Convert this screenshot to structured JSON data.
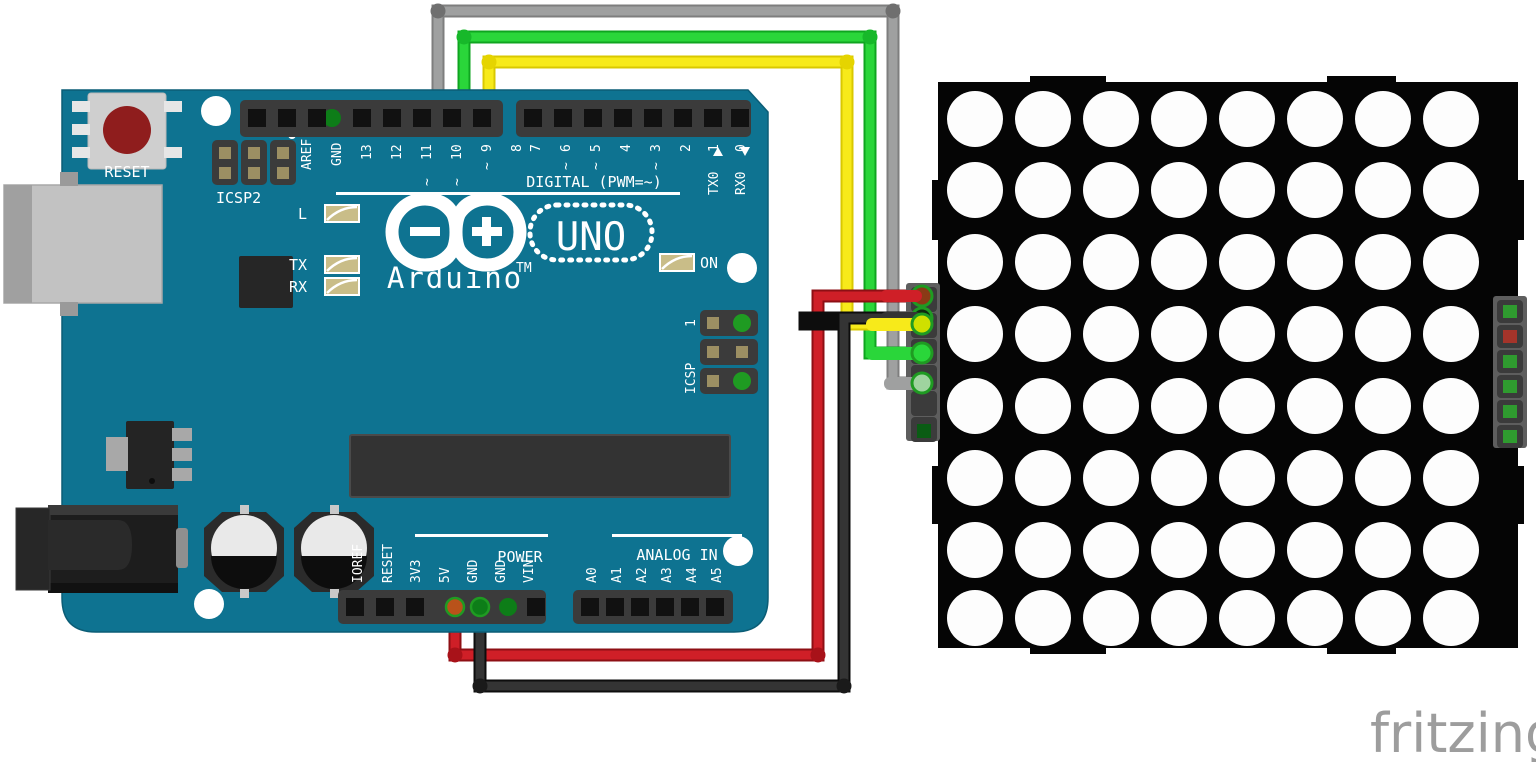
{
  "diagram": {
    "title": "Arduino UNO wired to 8x8 LED matrix",
    "tool_watermark": "fritzing",
    "background": "#ffffff"
  },
  "board": {
    "name": "Arduino UNO",
    "brand_text": "Arduino",
    "brand_tm": "TM",
    "model_text": "UNO",
    "pcb_color": "#0e7391",
    "header_color": "#3b3b3b",
    "silk_color": "#ffffff",
    "reset_label": "RESET",
    "icsp2_label": "ICSP2",
    "icsp_label": "ICSP",
    "icsp_pin1_label": "1",
    "digital_group_label": "DIGITAL  (PWM=~)",
    "power_group_label": "POWER",
    "analog_group_label": "ANALOG IN",
    "leds": [
      {
        "name": "L",
        "label": "L"
      },
      {
        "name": "TX",
        "label": "TX"
      },
      {
        "name": "RX",
        "label": "RX"
      },
      {
        "name": "ON",
        "label": "ON"
      }
    ],
    "digital_header_left": [
      {
        "label": "AREF",
        "pwm": false,
        "connected": false
      },
      {
        "label": "GND",
        "pwm": false,
        "connected": true,
        "wire": "gnd-green"
      },
      {
        "label": "13",
        "pwm": false,
        "connected": false
      },
      {
        "label": "12",
        "pwm": false,
        "connected": false
      },
      {
        "label": "11",
        "pwm": true,
        "connected": false
      },
      {
        "label": "10",
        "pwm": true,
        "connected": true,
        "wire": "gray"
      },
      {
        "label": "9",
        "pwm": true,
        "connected": true,
        "wire": "green"
      },
      {
        "label": "8",
        "pwm": false,
        "connected": true,
        "wire": "yellow"
      }
    ],
    "digital_header_right": [
      {
        "label": "7",
        "pwm": false
      },
      {
        "label": "6",
        "pwm": true
      },
      {
        "label": "5",
        "pwm": true
      },
      {
        "label": "4",
        "pwm": false
      },
      {
        "label": "3",
        "pwm": true
      },
      {
        "label": "2",
        "pwm": false
      },
      {
        "label": "1",
        "sub": "TX0",
        "arrow": "up"
      },
      {
        "label": "0",
        "sub": "RX0",
        "arrow": "down"
      }
    ],
    "power_header": [
      {
        "label": "IOREF",
        "connected": false
      },
      {
        "label": "RESET",
        "connected": false
      },
      {
        "label": "3V3",
        "connected": false
      },
      {
        "label": "5V",
        "connected": true,
        "wire": "red"
      },
      {
        "label": "GND",
        "connected": true,
        "wire": "black"
      },
      {
        "label": "GND",
        "connected": true,
        "wire": "none"
      },
      {
        "label": "VIN",
        "connected": false
      }
    ],
    "analog_header": [
      {
        "label": "A0"
      },
      {
        "label": "A1"
      },
      {
        "label": "A2"
      },
      {
        "label": "A3"
      },
      {
        "label": "A4"
      },
      {
        "label": "A5"
      }
    ]
  },
  "matrix": {
    "name": "8x8 LED Matrix",
    "rows": 8,
    "cols": 8,
    "substrate_color": "#050505",
    "led_color": "#fdfdfd",
    "left_connector_pins": [
      {
        "index": 1,
        "color": "#c4161c",
        "wire": "red"
      },
      {
        "index": 2,
        "color": "#1b1b1b",
        "wire": "black"
      },
      {
        "index": 3,
        "color": "#f2e500",
        "wire": "yellow"
      },
      {
        "index": 4,
        "color": "#00c020",
        "wire": "green"
      },
      {
        "index": 5,
        "color": "#9a9a9a",
        "wire": "gray"
      },
      {
        "index": 6,
        "color": "#0a5c14",
        "wire": "none"
      }
    ],
    "right_connector_pins": [
      {
        "index": 1,
        "color": "#2a8f2a"
      },
      {
        "index": 2,
        "color": "#a5342a"
      },
      {
        "index": 3,
        "color": "#2a8f2a"
      },
      {
        "index": 4,
        "color": "#2a8f2a"
      },
      {
        "index": 5,
        "color": "#2a8f2a"
      },
      {
        "index": 6,
        "color": "#2a8f2a"
      }
    ]
  },
  "wires": [
    {
      "name": "wire-gray-d10",
      "color": "#9a9a9a",
      "from": "D10",
      "to": "matrix-pin-5",
      "route": "top"
    },
    {
      "name": "wire-green-d9",
      "color": "#22c322",
      "from": "D9",
      "to": "matrix-pin-4",
      "route": "top"
    },
    {
      "name": "wire-yellow-d8",
      "color": "#f5e300",
      "from": "D8",
      "to": "matrix-pin-3",
      "route": "top"
    },
    {
      "name": "wire-red-5v",
      "color": "#c4161c",
      "from": "5V",
      "to": "matrix-pin-1",
      "route": "bottom"
    },
    {
      "name": "wire-black-gnd",
      "color": "#222222",
      "from": "GND",
      "to": "matrix-pin-2",
      "route": "bottom"
    }
  ],
  "palette": {
    "pcb": "#0e7391",
    "pcb_shadow": "#0b5d76",
    "header_dark": "#3b3b3b",
    "header_hole": "#151515",
    "ic_dark": "#333333",
    "gray_metal": "#b9b9b9",
    "red": "#c4161c",
    "green": "#22c322",
    "yellow": "#f5e300",
    "gray_wire": "#9a9a9a",
    "black_wire": "#222222",
    "watermark": "#9d9d9d"
  }
}
